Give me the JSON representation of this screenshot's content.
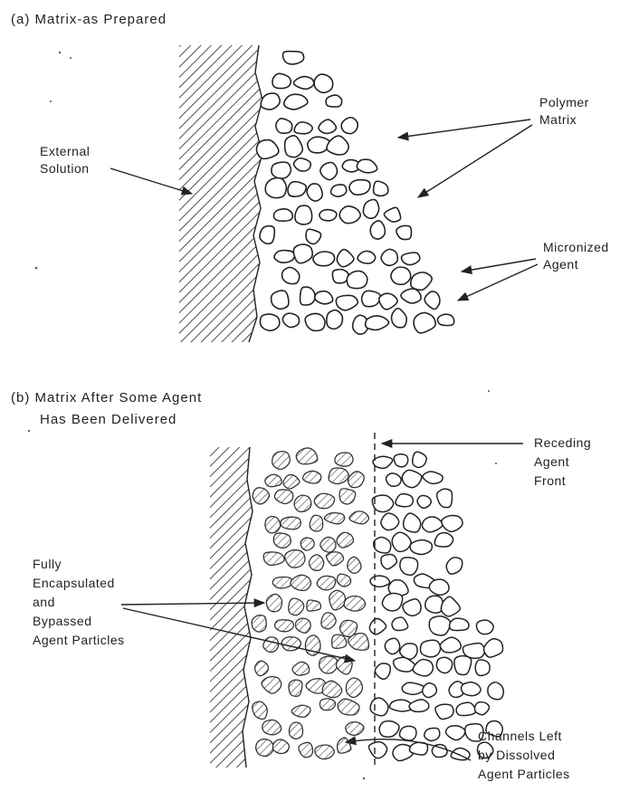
{
  "panel_a": {
    "caption": "(a) Matrix-as Prepared",
    "labels": {
      "external_solution": [
        "External",
        "Solution"
      ],
      "polymer_matrix": [
        "Polymer",
        "Matrix"
      ],
      "micronized_agent": [
        "Micronized",
        "Agent"
      ]
    }
  },
  "panel_b": {
    "caption": [
      "(b) Matrix After Some Agent",
      "Has Been Delivered"
    ],
    "labels": {
      "receding_agent_front": [
        "Receding",
        "Agent",
        "Front"
      ],
      "encapsulated_particles": [
        "Fully",
        "Encapsulated",
        "and",
        "Bypassed",
        "Agent Particles"
      ],
      "channels": [
        "Channels Left",
        "by Dissolved",
        "Agent Particles"
      ]
    }
  },
  "colors": {
    "ink": "#222222",
    "paper": "#ffffff"
  }
}
